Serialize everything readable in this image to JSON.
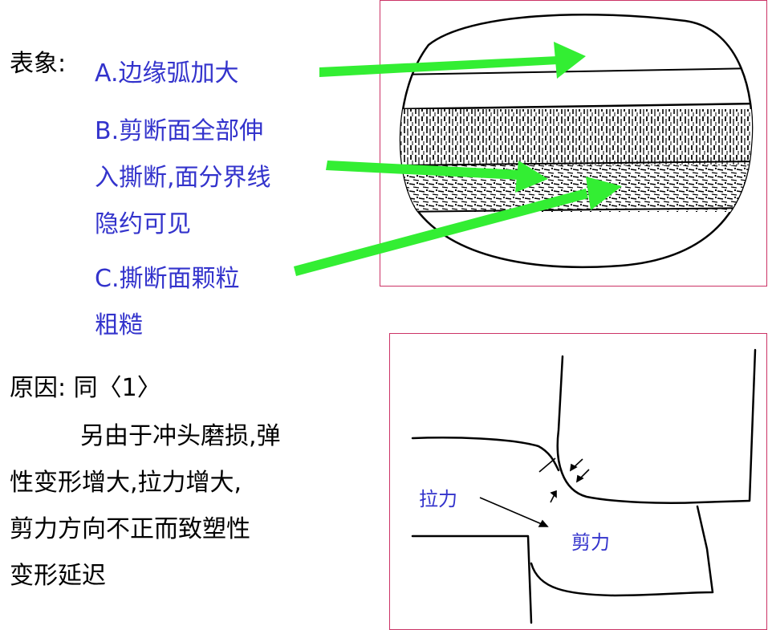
{
  "symptoms": {
    "heading": "表象:",
    "a": "A.边缘弧加大",
    "b_line1": "B.剪断面全部伸",
    "b_line2": "入撕断,面分界线",
    "b_line3": "隐约可见",
    "c_line1": "C.撕断面颗粒",
    "c_line2": "粗糙"
  },
  "cause": {
    "line1": "原因: 同〈1〉",
    "line2": "另由于冲头磨损,弹",
    "line3": "性变形增大,拉力增大,",
    "line4": "剪力方向不正而致塑性",
    "line5": "变形延迟"
  },
  "die_figure": {
    "tension_label": "拉力",
    "shear_label": "剪力"
  },
  "colors": {
    "text": "#000000",
    "highlight": "#3333cc",
    "arrow": "#33ee33",
    "frame": "#cc3366"
  }
}
